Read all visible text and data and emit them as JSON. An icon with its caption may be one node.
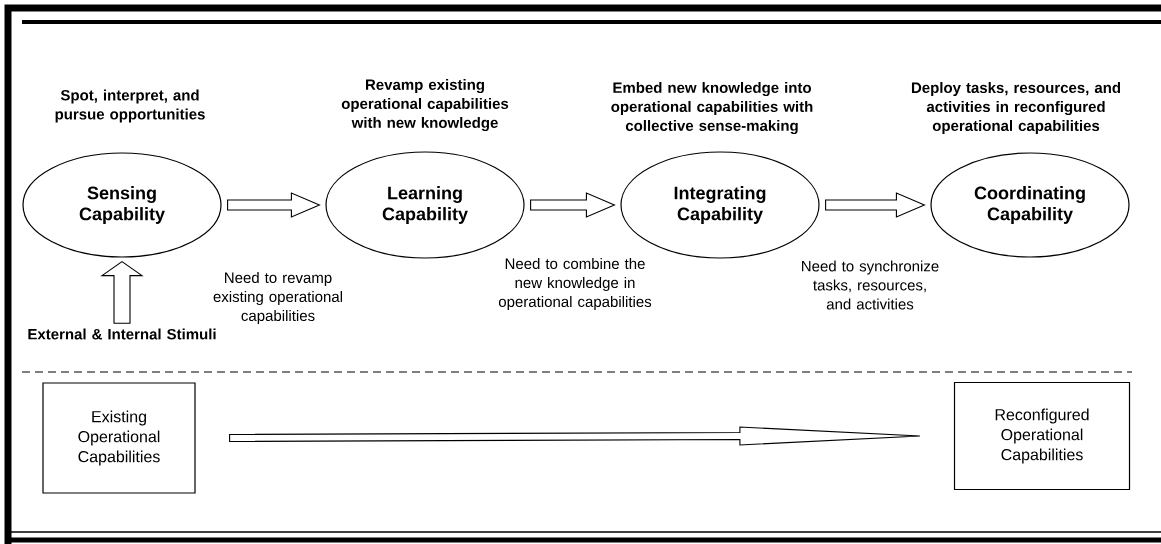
{
  "diagram": {
    "nodes": [
      {
        "text": [
          "Sensing Capability"
        ],
        "beside": [
          "Spot, interpret, and pursue opportunities"
        ]
      },
      {
        "text": [
          "Learning Capability"
        ],
        "beside": [
          "Revamp existing operational capabilities with new knowledge"
        ]
      },
      {
        "text": [
          "Integrating Capability"
        ],
        "beside": [
          "Embed new knowledge into operational capabilities with collective sense-making"
        ]
      },
      {
        "text": [
          "Coordinating Capability"
        ],
        "beside": [
          "Deploy tasks, resources, and activities in reconfigured operational capabilities"
        ]
      },
      {
        "text": [
          "External & Internal Stimuli"
        ]
      },
      {
        "text": [
          "Existing Operational Capabilities"
        ]
      },
      {
        "text": [
          "Reconfigured Operational Capabilities"
        ]
      }
    ],
    "edges": [
      {
        "from": 0,
        "to": 1,
        "arrow": "to",
        "label": "Need to revamp existing operational capabilities"
      },
      {
        "from": 1,
        "to": 2,
        "arrow": "to",
        "label": "Need to combine the new knowledge in operational capabilities"
      },
      {
        "from": 2,
        "to": 3,
        "arrow": "to",
        "label": "Need to synchronize tasks, resources, and activities"
      },
      {
        "from": 4,
        "to": 0,
        "arrow": "to"
      },
      {
        "from": 5,
        "to": 6,
        "arrow": "to"
      }
    ]
  }
}
